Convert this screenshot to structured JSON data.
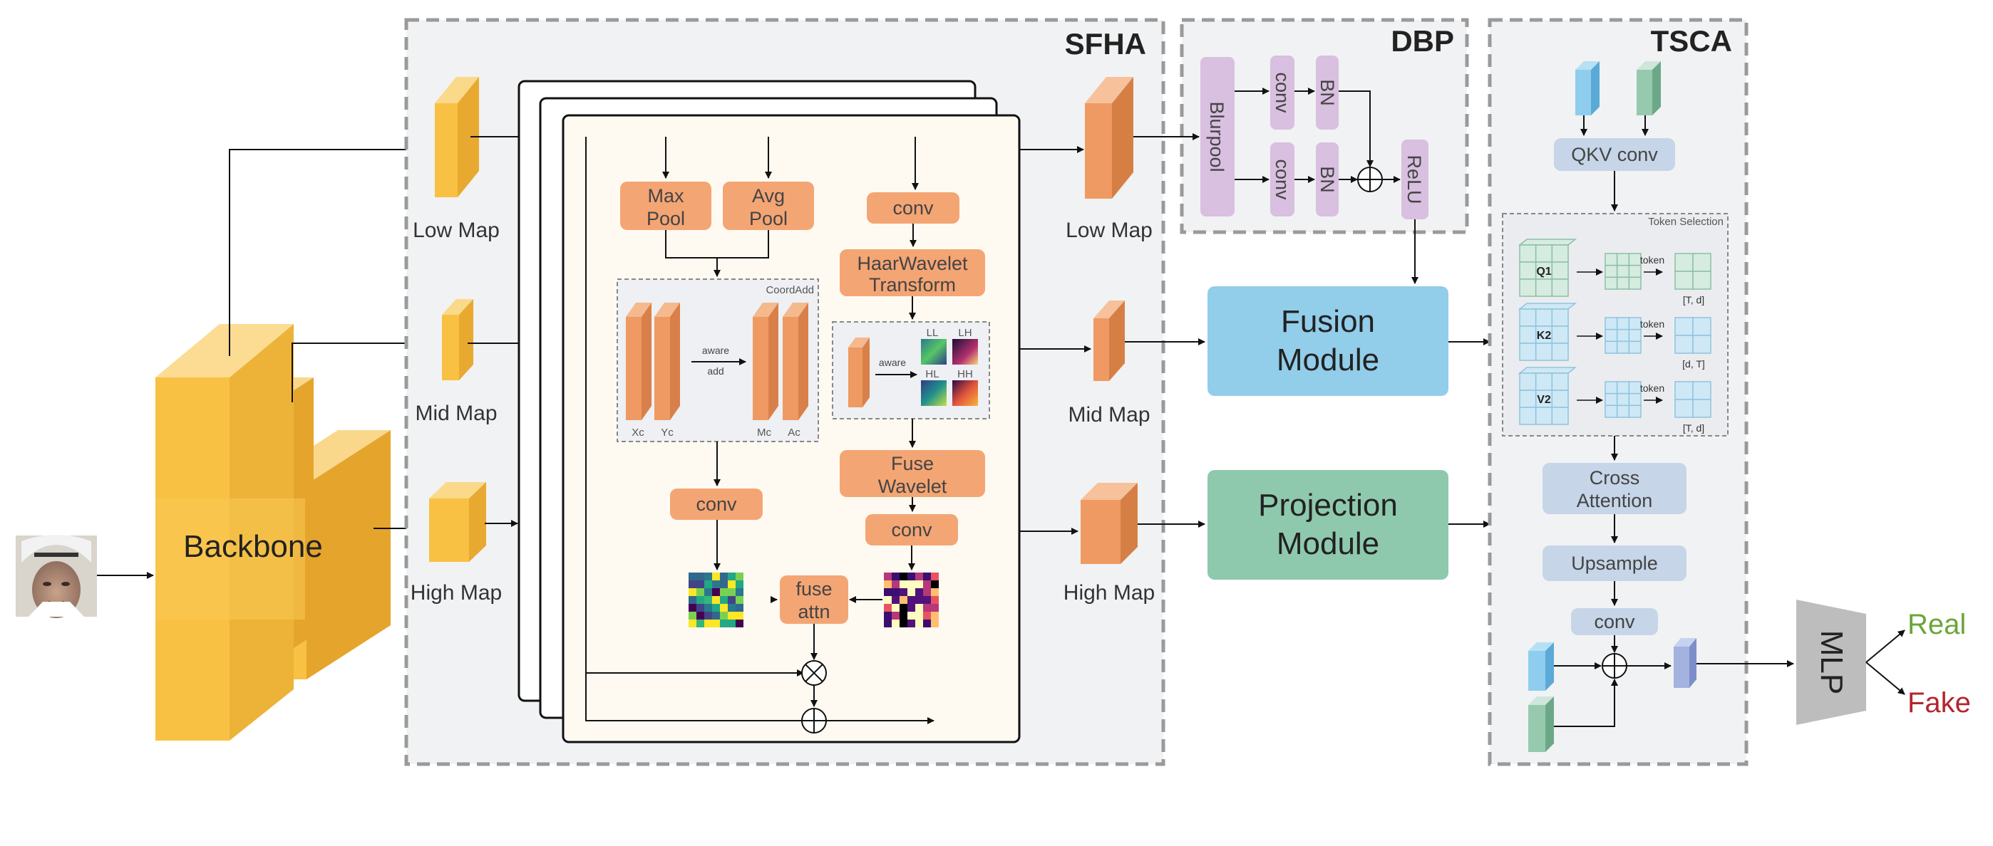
{
  "input": {
    "face_description": ""
  },
  "backbone": {
    "label": "Backbone"
  },
  "maps_left": {
    "low": "Low Map",
    "mid": "Mid Map",
    "high": "High Map"
  },
  "maps_right": {
    "low": "Low Map",
    "mid": "Mid Map",
    "high": "High Map"
  },
  "sfha": {
    "title": "SFHA",
    "max_pool": [
      "Max",
      "Pool"
    ],
    "avg_pool": [
      "Avg",
      "Pool"
    ],
    "conv_top": "conv",
    "haar": [
      "HaarWavelet",
      "Transform"
    ],
    "coordadd": "CoordAdd",
    "aware": "aware",
    "add": "add",
    "xc": "Xc",
    "yc": "Yc",
    "mc": "Mc",
    "ac": "Ac",
    "wave_aware": "aware",
    "bands": [
      "LL",
      "LH",
      "HL",
      "HH"
    ],
    "fuse_wavelet": [
      "Fuse",
      "Wavelet"
    ],
    "conv_left": "conv",
    "conv_right": "conv",
    "fuse_attn": [
      "fuse",
      "attn"
    ]
  },
  "dbp": {
    "title": "DBP",
    "blurpool": "Blurpool",
    "conv1": "conv",
    "conv2": "conv",
    "bn1": "BN",
    "bn2": "BN",
    "relu": "ReLU"
  },
  "fusion": [
    "Fusion",
    "Module"
  ],
  "projection": [
    "Projection",
    "Module"
  ],
  "tsca": {
    "title": "TSCA",
    "qkv": "QKV conv",
    "token_selection": "Token Selection",
    "rows": [
      {
        "name": "Q1",
        "token": "token",
        "shape": "[T, d]"
      },
      {
        "name": "K2",
        "token": "token",
        "shape": "[d, T]"
      },
      {
        "name": "V2",
        "token": "token",
        "shape": "[T, d]"
      }
    ],
    "cross_attention": [
      "Cross",
      "Attention"
    ],
    "upsample": "Upsample",
    "conv": "conv"
  },
  "mlp": "MLP",
  "outputs": {
    "real": "Real",
    "fake": "Fake"
  },
  "colors": {
    "yellow": "#f8c144",
    "orange": "#ee9a62",
    "orange_box": "#f4a574",
    "purple": "#d9bfe0",
    "fusion": "#92cdea",
    "projection": "#8fc9ad",
    "tsca_box": "#c6d5e8",
    "real": "#6ba539",
    "fake": "#b3262e"
  }
}
